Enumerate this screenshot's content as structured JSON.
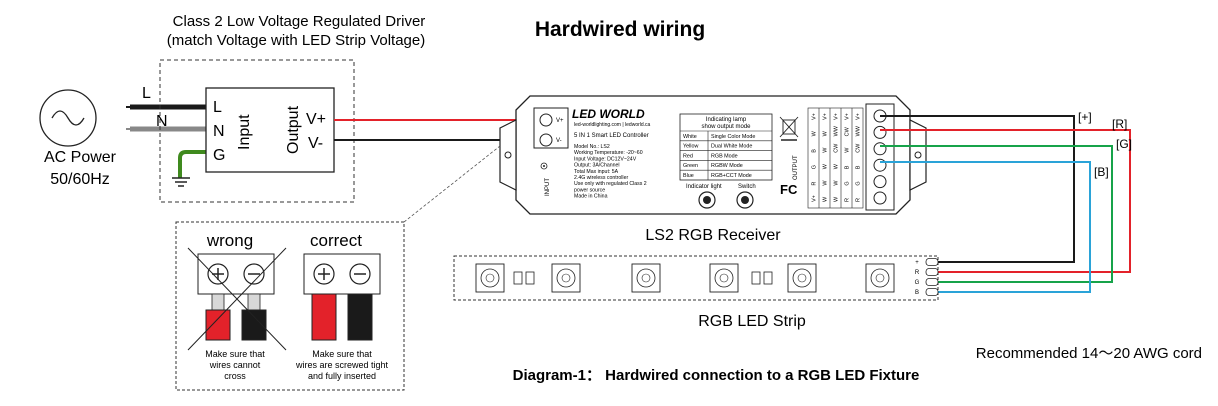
{
  "title": "Hardwired wiring",
  "caption": "Diagram-1：  Hardwired connection to a RGB LED Fixture",
  "driver": {
    "label_line1": "Class 2 Low Voltage Regulated Driver",
    "label_line2": "(match Voltage with LED Strip Voltage)",
    "input": "Input",
    "output": "Output",
    "term_l": "L",
    "term_n": "N",
    "term_g": "G",
    "term_vplus": "V+",
    "term_vminus": "V-"
  },
  "ac_power": {
    "line1": "AC Power",
    "line2": "50/60Hz",
    "wire_l": "L",
    "wire_n": "N"
  },
  "receiver": {
    "caption": "LS2 RGB Receiver",
    "brand": "LED WORLD",
    "website": "led-worldlighting.com  |  ledworld.ca",
    "product": "5 IN 1 Smart LED Controller",
    "specs": [
      "Model No.: LS2",
      "Working Temperature: -20~60",
      "Input Voltage: DC12V~24V",
      "Output: 3A/Channel",
      "Total Max input: 5A",
      "2.4G wireless controller",
      "Use only with regulated Class 2",
      "power source",
      "Made in China"
    ],
    "input_label": "INPUT",
    "input_vplus": "V+",
    "input_vminus": "V-",
    "lamp_header_line1": "Indicating lamp",
    "lamp_header_line2": "show output mode",
    "lamp_table": [
      [
        "White",
        "Single Color Mode"
      ],
      [
        "Yellow",
        "Dual White Mode"
      ],
      [
        "Red",
        "RGB Mode"
      ],
      [
        "Green",
        "RGBW Mode"
      ],
      [
        "Blue",
        "RGB+CCT Mode"
      ]
    ],
    "indicator_light": "Indicator light",
    "switch": "Switch",
    "output_label": "OUTPUT",
    "fc_mark": "FC",
    "output_columns": [
      [
        "V+",
        "W",
        "B",
        "G",
        "R",
        "V+"
      ],
      [
        "V+",
        "W",
        "W",
        "W",
        "W",
        "W"
      ],
      [
        "V+",
        "WW",
        "CW",
        "W",
        "W",
        "W"
      ],
      [
        "V+",
        "CW",
        "W",
        "B",
        "G",
        "R"
      ],
      [
        "V+",
        "WW",
        "CW",
        "B",
        "G",
        "R"
      ]
    ]
  },
  "wire_labels": {
    "plus": "[+]",
    "r": "[R]",
    "g": "[G]",
    "b": "[B]"
  },
  "strip": {
    "caption": "RGB LED Strip",
    "pads": [
      "+",
      "R",
      "G",
      "B"
    ]
  },
  "awg_note": "Recommended 14～20 AWG cord",
  "inset": {
    "wrong": "wrong",
    "correct": "correct",
    "wrong_note": [
      "Make sure that",
      "wires cannot",
      "cross"
    ],
    "correct_note": [
      "Make sure that",
      "wires are screwed tight",
      "and fully inserted"
    ]
  },
  "colors": {
    "red_wire": "#e3222a",
    "green_wire": "#16a34a",
    "blue_wire": "#2aa3d8",
    "black_wire": "#1a1a1a",
    "ground_wire": "#3f8a1e",
    "outline": "#222222"
  }
}
